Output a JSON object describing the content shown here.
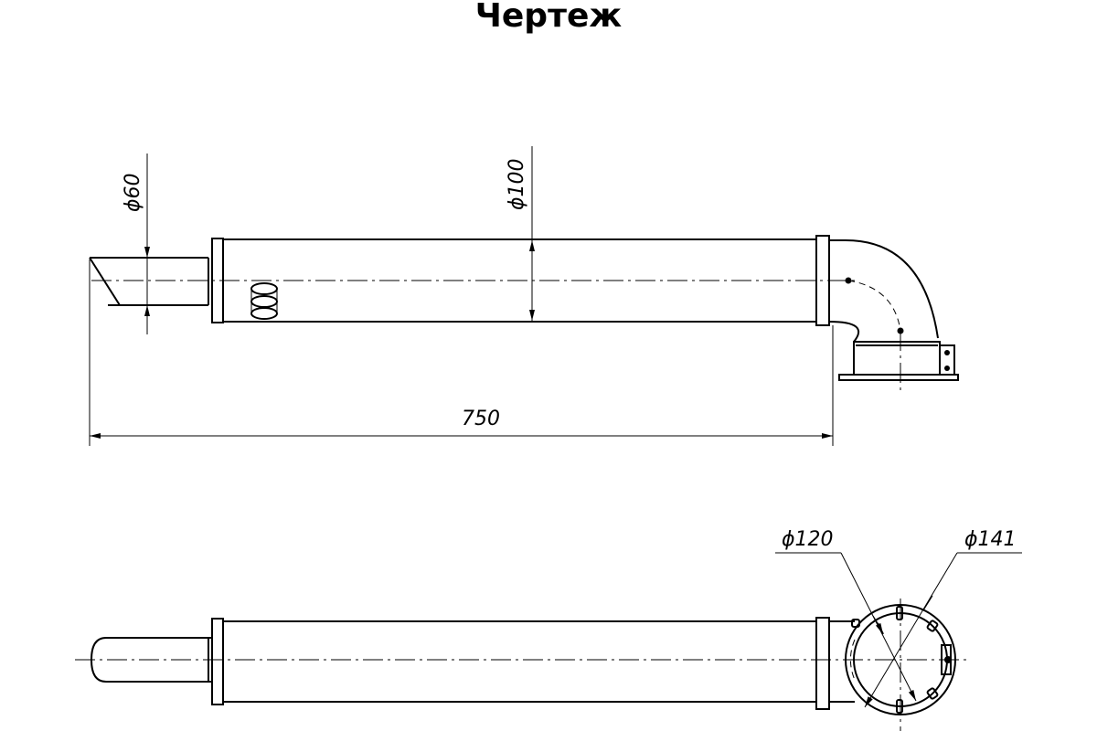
{
  "page": {
    "title": "Чертеж"
  },
  "dimensions": {
    "d60": "ϕ60",
    "d100": "ϕ100",
    "length": "750",
    "d120": "ϕ120",
    "d141": "ϕ141"
  },
  "colors": {
    "line": "#000000",
    "background": "#ffffff"
  }
}
